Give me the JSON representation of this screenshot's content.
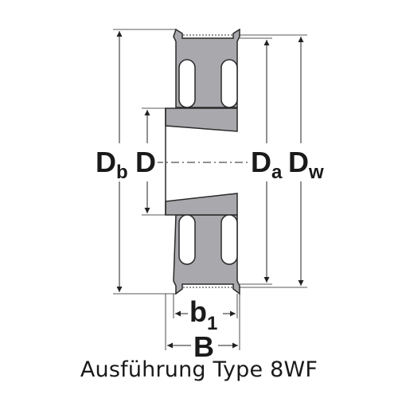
{
  "labels": {
    "db_main": "D",
    "db_sub": "b",
    "d": "D",
    "da_main": "D",
    "da_sub": "a",
    "dw_main": "D",
    "dw_sub": "w",
    "b1_main": "b",
    "b1_sub": "1",
    "b": "B"
  },
  "caption": "Ausführung Type 8WF",
  "colors": {
    "body_fill": "#a9a9ad",
    "outline": "#2a2a2a",
    "bore_fill": "#ffffff"
  }
}
